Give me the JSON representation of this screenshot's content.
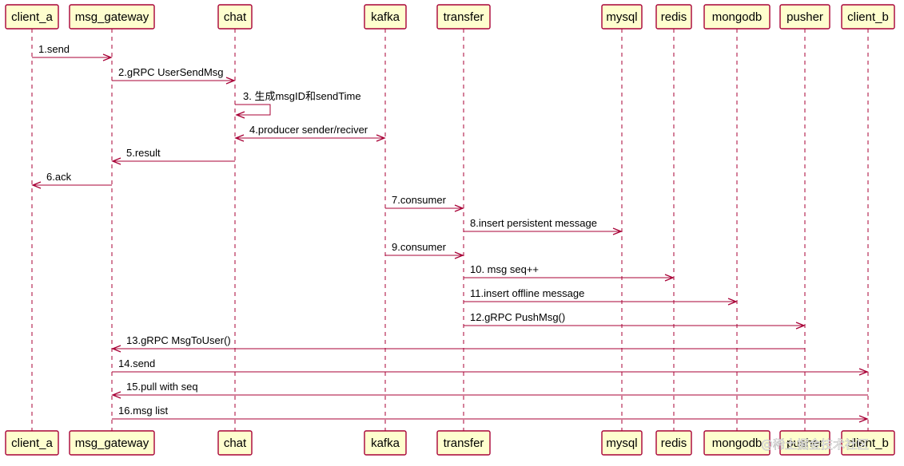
{
  "participants": [
    {
      "id": "client_a",
      "label": "client_a"
    },
    {
      "id": "msg_gateway",
      "label": "msg_gateway"
    },
    {
      "id": "chat",
      "label": "chat"
    },
    {
      "id": "kafka",
      "label": "kafka"
    },
    {
      "id": "transfer",
      "label": "transfer"
    },
    {
      "id": "mysql",
      "label": "mysql"
    },
    {
      "id": "redis",
      "label": "redis"
    },
    {
      "id": "mongodb",
      "label": "mongodb"
    },
    {
      "id": "pusher",
      "label": "pusher"
    },
    {
      "id": "client_b",
      "label": "client_b"
    }
  ],
  "messages": [
    {
      "from": "client_a",
      "to": "msg_gateway",
      "label": "1.send"
    },
    {
      "from": "msg_gateway",
      "to": "chat",
      "label": "2.gRPC UserSendMsg"
    },
    {
      "from": "chat",
      "to": "chat",
      "label": "3. 生成msgID和sendTime",
      "self": true
    },
    {
      "from": "chat",
      "to": "kafka",
      "label": "4.producer sender/reciver",
      "bidirectional": true
    },
    {
      "from": "chat",
      "to": "msg_gateway",
      "label": "5.result"
    },
    {
      "from": "msg_gateway",
      "to": "client_a",
      "label": "6.ack"
    },
    {
      "from": "kafka",
      "to": "transfer",
      "label": "7.consumer"
    },
    {
      "from": "transfer",
      "to": "mysql",
      "label": "8.insert persistent message"
    },
    {
      "from": "kafka",
      "to": "transfer",
      "label": "9.consumer"
    },
    {
      "from": "transfer",
      "to": "redis",
      "label": "10. msg seq++"
    },
    {
      "from": "transfer",
      "to": "mongodb",
      "label": "11.insert offline message"
    },
    {
      "from": "transfer",
      "to": "pusher",
      "label": "12.gRPC PushMsg()"
    },
    {
      "from": "pusher",
      "to": "msg_gateway",
      "label": "13.gRPC MsgToUser()"
    },
    {
      "from": "msg_gateway",
      "to": "client_b",
      "label": "14.send"
    },
    {
      "from": "client_b",
      "to": "msg_gateway",
      "label": "15.pull with seq"
    },
    {
      "from": "msg_gateway",
      "to": "client_b",
      "label": "16.msg list"
    }
  ],
  "watermark": "@稀土掘金技术社区",
  "colors": {
    "box_fill": "#fefece",
    "line": "#a80036"
  }
}
